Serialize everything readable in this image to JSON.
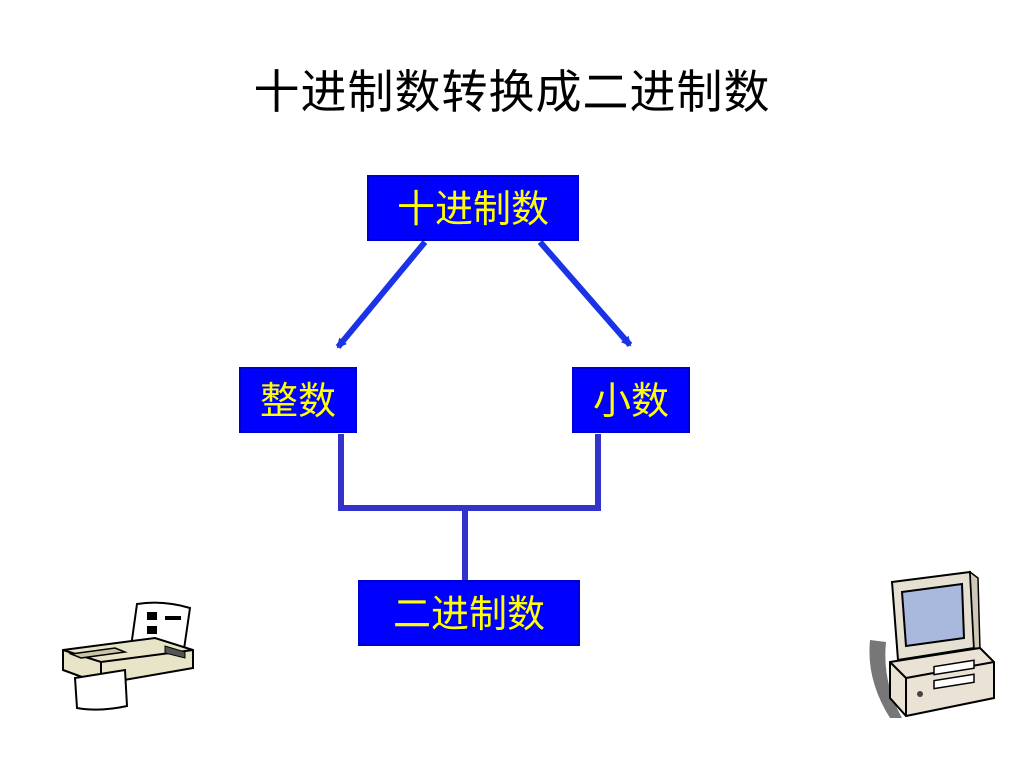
{
  "title": "十进制数转换成二进制数",
  "nodes": {
    "decimal": "十进制数",
    "integer": "整数",
    "fraction": "小数",
    "binary": "二进制数"
  },
  "colors": {
    "node_fill": "#0000ff",
    "node_text": "#ffff00",
    "connector": "#3333cc",
    "arrow": "#1a33e6",
    "title_text": "#000000",
    "background": "#ffffff"
  },
  "icons": {
    "left": "fax-printer-icon",
    "right": "desktop-computer-icon"
  }
}
